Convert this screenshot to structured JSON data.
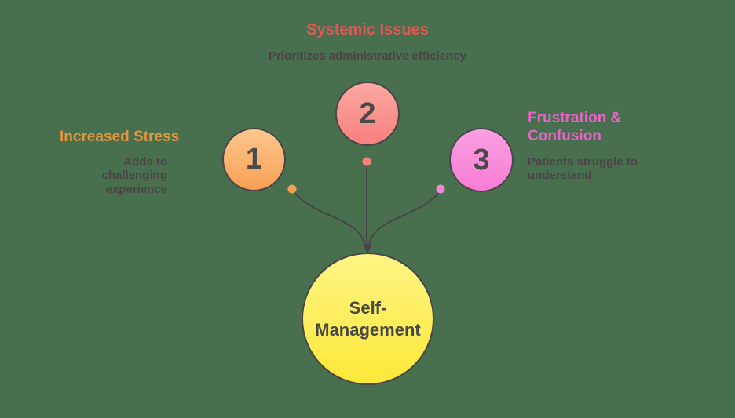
{
  "diagram": {
    "center": {
      "label": "Self-Management"
    },
    "left_branch": {
      "number": "1",
      "title": "Increased Stress",
      "description": "Adds to challenging experience",
      "title_color": "#e5943e",
      "node_fill": "#f9a055"
    },
    "top_branch": {
      "number": "2",
      "title": "Systemic Issues",
      "description": "Prioritizes administrative efficiency",
      "title_color": "#e25555",
      "node_fill": "#f8807e"
    },
    "right_branch": {
      "number": "3",
      "title": "Frustration & Confusion",
      "description": "Patients struggle to understand",
      "title_color": "#e763c6",
      "node_fill": "#f77cd3"
    },
    "colors": {
      "background": "#48704f",
      "connector": "#4a4548",
      "center_node_fill": "#fde838",
      "description_text": "#4d4348",
      "number_text": "#4a4a4a"
    }
  }
}
